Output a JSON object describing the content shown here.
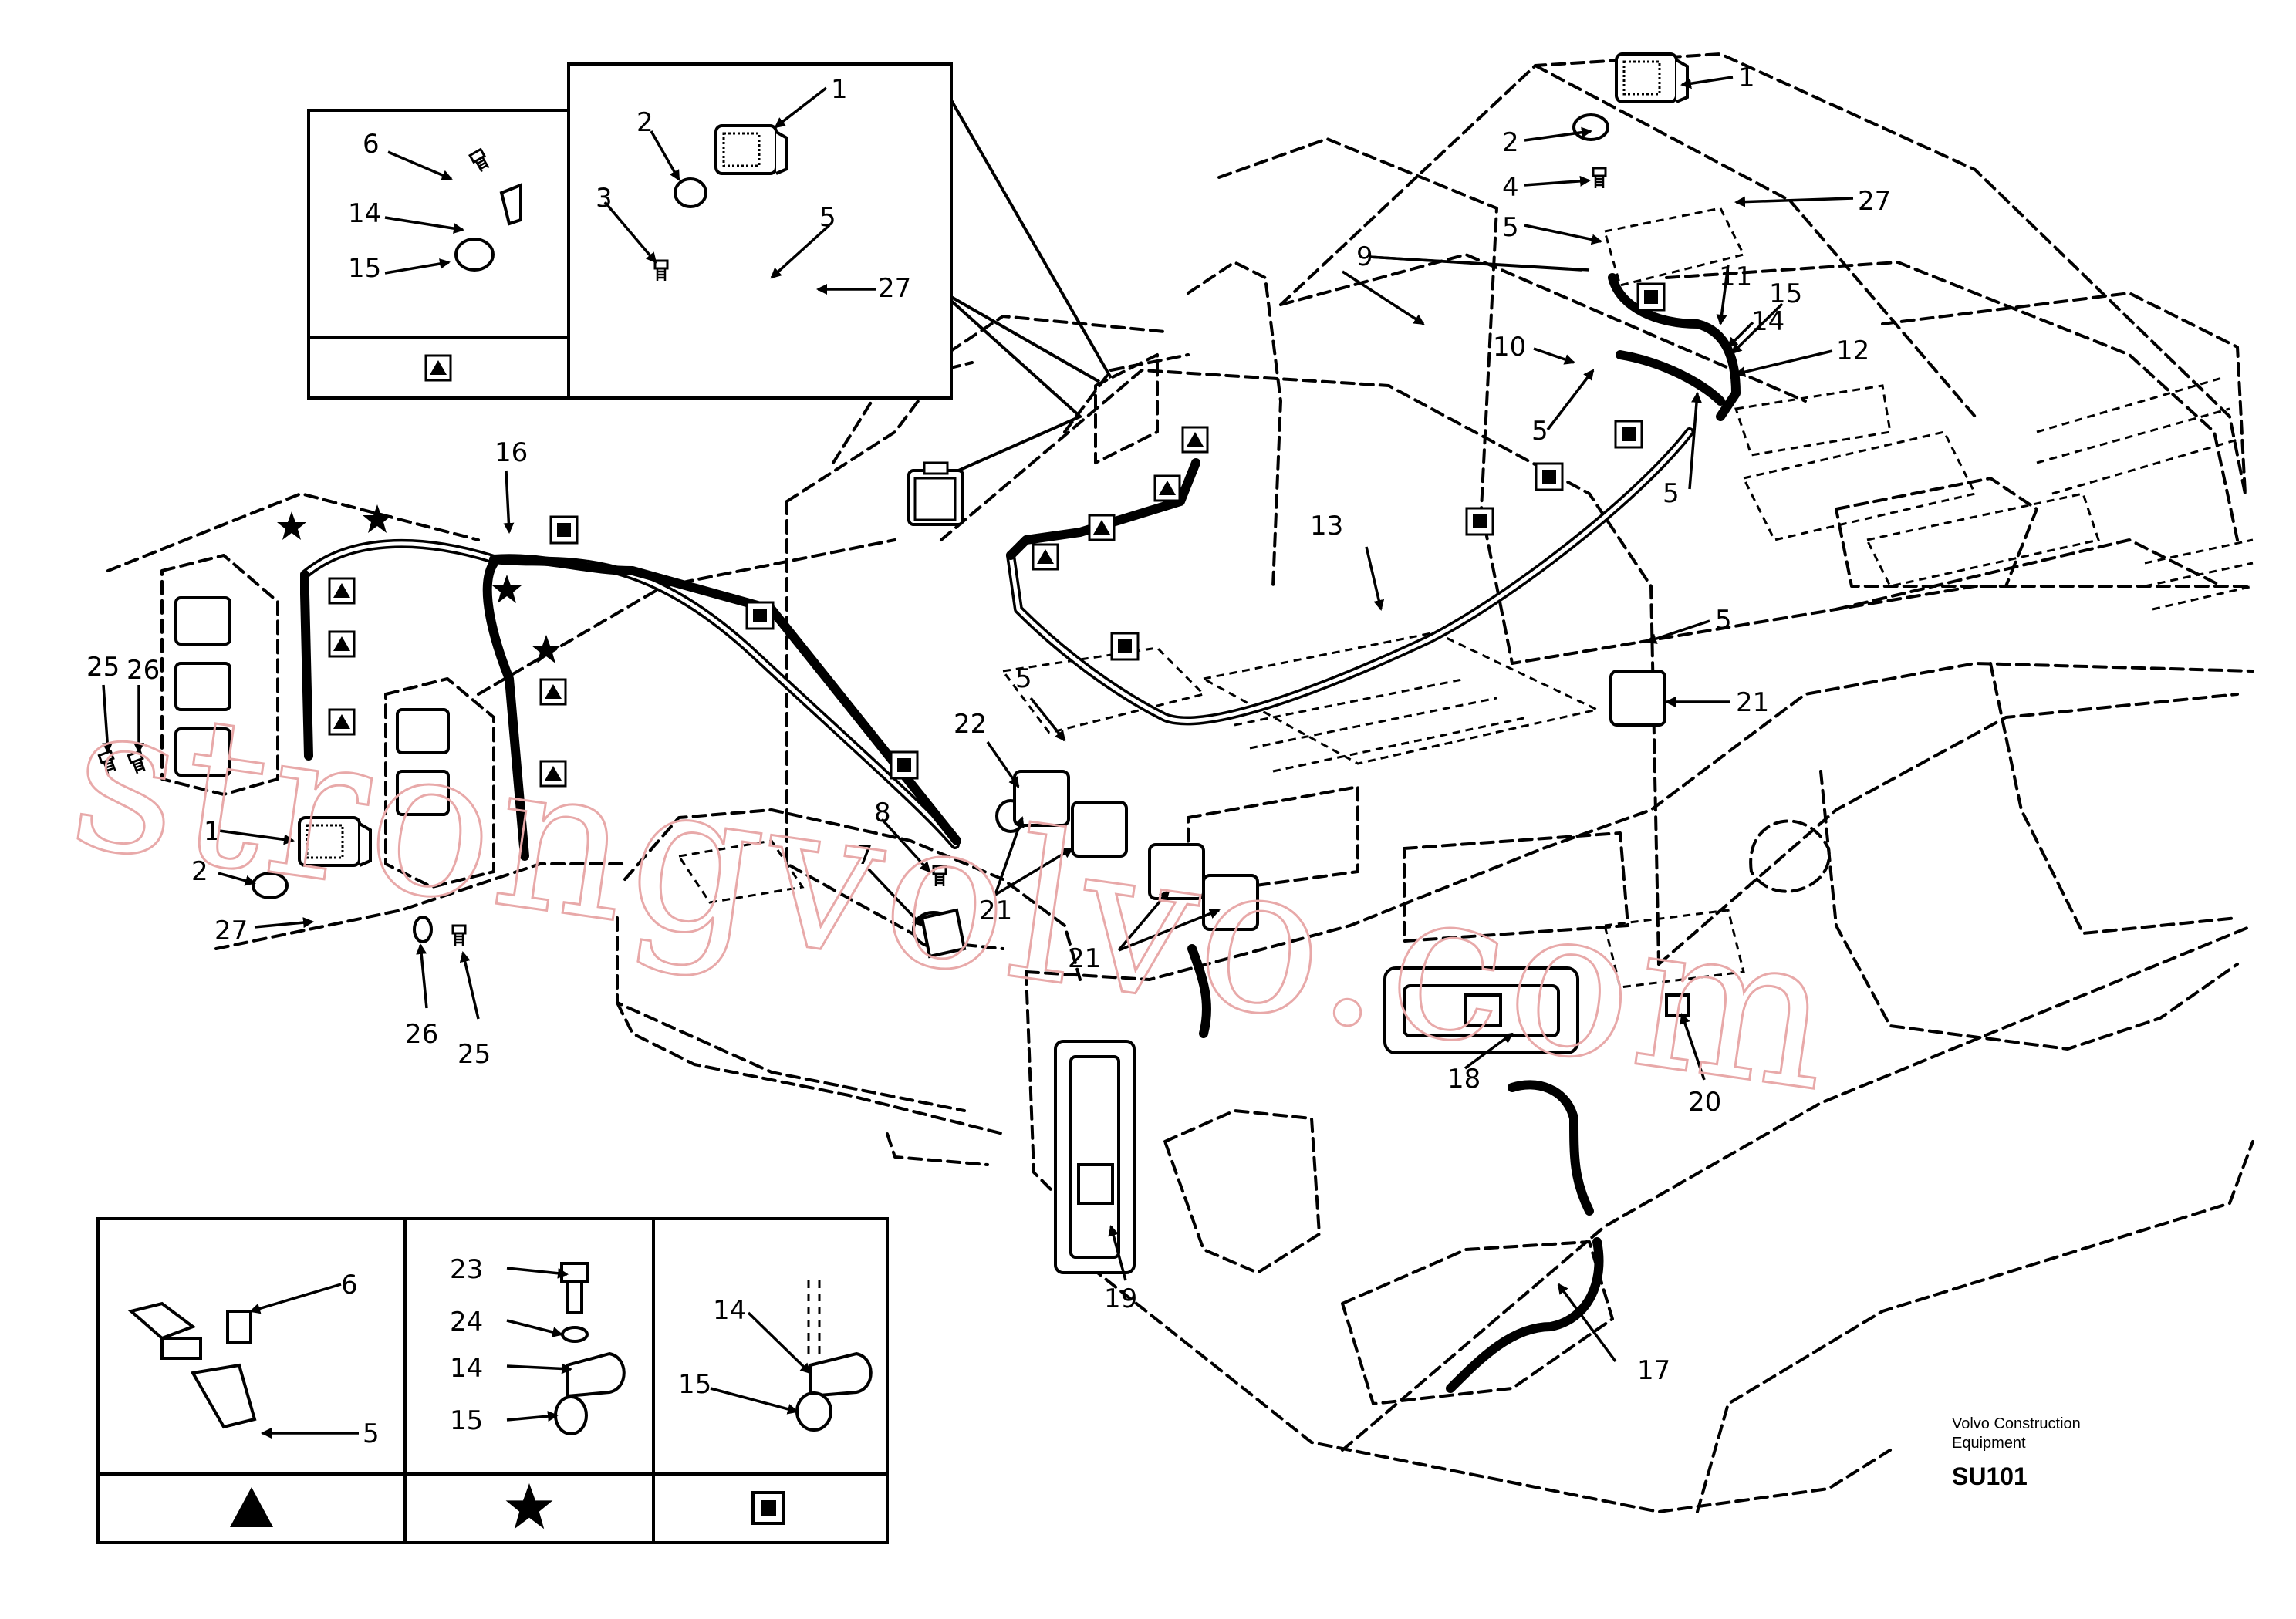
{
  "diagram": {
    "callouts": [
      "1",
      "2",
      "3",
      "4",
      "5",
      "6",
      "7",
      "8",
      "9",
      "10",
      "11",
      "12",
      "13",
      "14",
      "15",
      "16",
      "17",
      "18",
      "19",
      "20",
      "21",
      "22",
      "23",
      "24",
      "25",
      "26",
      "27"
    ],
    "legend_symbols": [
      "triangle-icon",
      "star-icon",
      "square-icon"
    ],
    "credit_line1": "Volvo Construction",
    "credit_line2": "Equipment",
    "code": "SU101",
    "watermark": "strongvolvo.com"
  }
}
